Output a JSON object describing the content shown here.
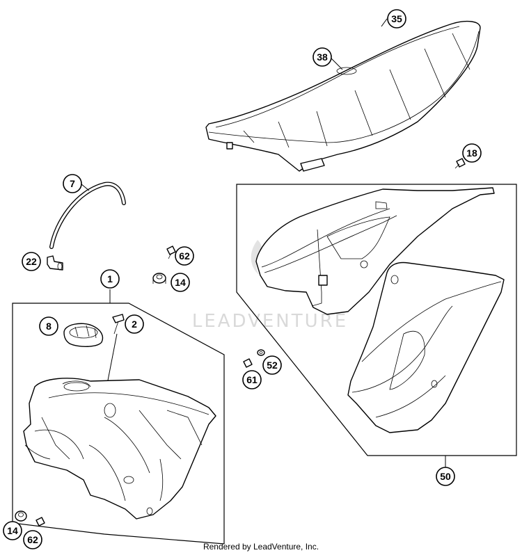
{
  "callouts": [
    {
      "id": "c35",
      "label": "35"
    },
    {
      "id": "c38",
      "label": "38"
    },
    {
      "id": "c18",
      "label": "18"
    },
    {
      "id": "c7",
      "label": "7"
    },
    {
      "id": "c62a",
      "label": "62"
    },
    {
      "id": "c22",
      "label": "22"
    },
    {
      "id": "c14a",
      "label": "14"
    },
    {
      "id": "c1",
      "label": "1"
    },
    {
      "id": "c8",
      "label": "8"
    },
    {
      "id": "c2",
      "label": "2"
    },
    {
      "id": "c52",
      "label": "52"
    },
    {
      "id": "c61",
      "label": "61"
    },
    {
      "id": "c50",
      "label": "50"
    },
    {
      "id": "c14b",
      "label": "14"
    },
    {
      "id": "c62b",
      "label": "62"
    }
  ],
  "watermark": "LEADVENTURE",
  "footer": "Rendered by LeadVenture, Inc."
}
